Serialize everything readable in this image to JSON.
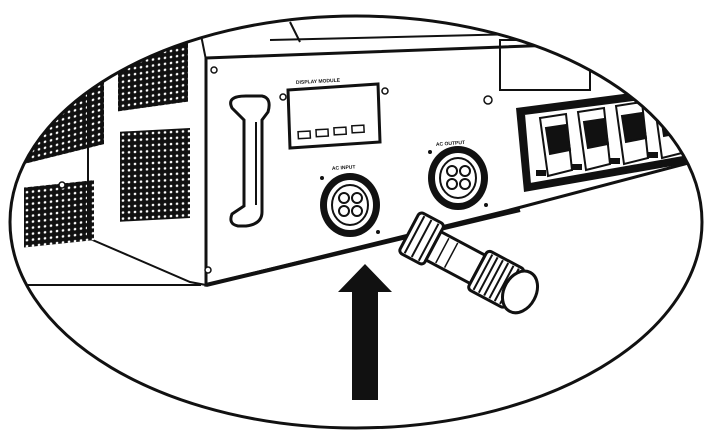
{
  "figure": {
    "panel_label": "DISPLAY MODULE",
    "ac_input_label": "AC INPUT",
    "ac_output_label": "AC OUTPUT",
    "colors": {
      "ink": "#111111",
      "panel_fill": "#ffffff",
      "background": "#ffffff"
    },
    "icons": [
      "inverter-unit",
      "lcd-display",
      "handle",
      "ac-input-socket",
      "ac-output-socket",
      "ac-connector-plug",
      "circuit-breakers",
      "up-arrow"
    ]
  }
}
